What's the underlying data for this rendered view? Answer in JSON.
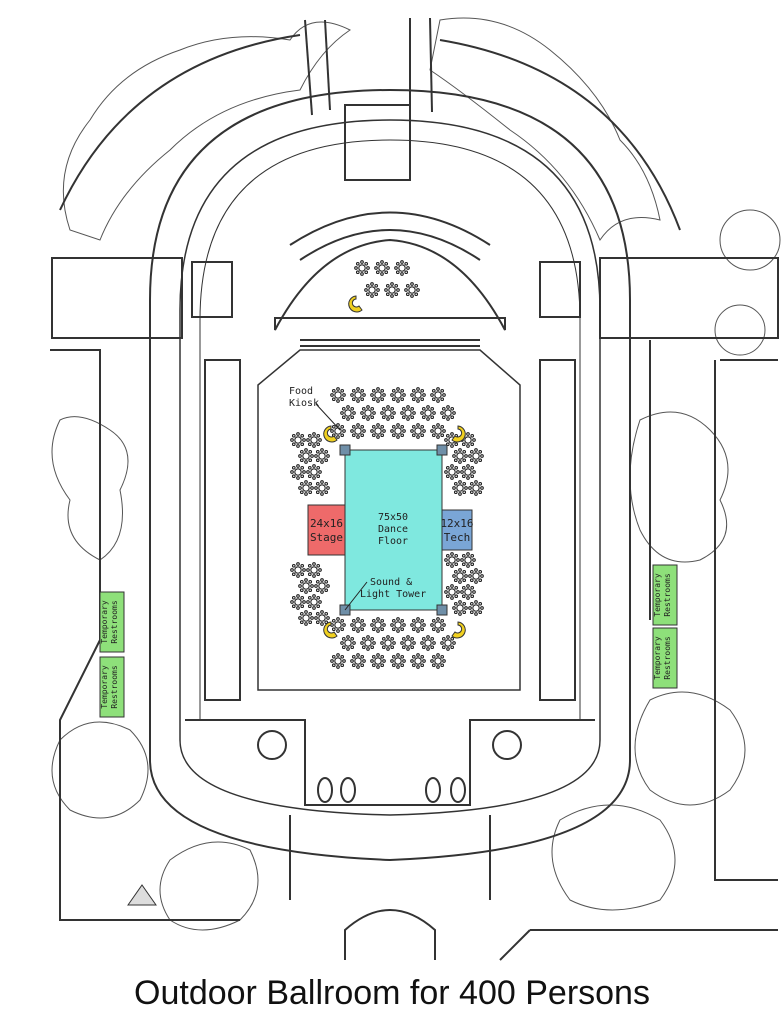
{
  "title": "Outdoor Ballroom for 400 Persons",
  "labels": {
    "food_kiosk_line1": "Food",
    "food_kiosk_line2": "Kiosk",
    "stage_line1": "24x16",
    "stage_line2": "Stage",
    "dance_line1": "75x50",
    "dance_line2": "Dance",
    "dance_line3": "Floor",
    "tech_line1": "12x16",
    "tech_line2": "Tech",
    "tower_line1": "Sound &",
    "tower_line2": "Light Tower",
    "restroom_line1": "Temporary",
    "restroom_line2": "Restrooms"
  },
  "colors": {
    "dance_floor": "#7fe8df",
    "stage": "#ee6a6a",
    "tech": "#7aa6d6",
    "restroom": "#8ee07a",
    "kiosk": "#f0d020",
    "tower": "#6f8fa8",
    "line": "#333333"
  }
}
